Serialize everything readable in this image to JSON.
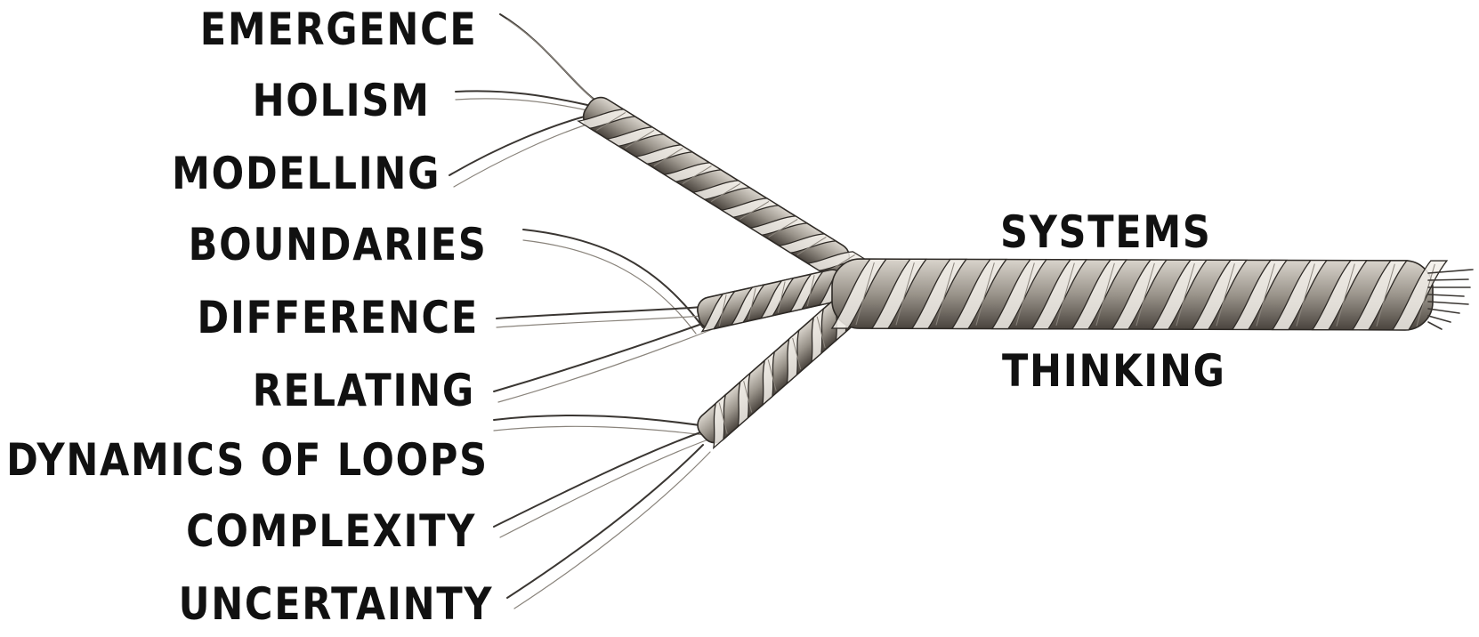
{
  "strands": [
    {
      "id": "emergence",
      "label": "EMERGENCE"
    },
    {
      "id": "holism",
      "label": "HOLISM"
    },
    {
      "id": "modelling",
      "label": "MODELLING"
    },
    {
      "id": "boundaries",
      "label": "BOUNDARIES"
    },
    {
      "id": "difference",
      "label": "DIFFERENCE"
    },
    {
      "id": "relating",
      "label": "RELATING"
    },
    {
      "id": "dynamics",
      "label": "DYNAMICS OF LOOPS"
    },
    {
      "id": "complexity",
      "label": "COMPLEXITY"
    },
    {
      "id": "uncertainty",
      "label": "UNCERTAINTY"
    }
  ],
  "rope": {
    "label_top": "SYSTEMS",
    "label_bottom": "THINKING"
  },
  "colors": {
    "rope_dark": "#2e2a26",
    "rope_mid": "#8a847c",
    "rope_light": "#f2efe9",
    "text": "#111111"
  }
}
